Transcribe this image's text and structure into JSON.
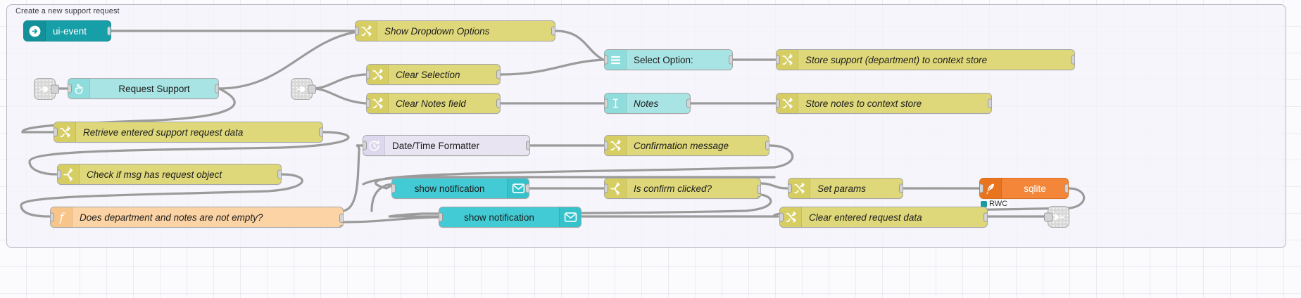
{
  "editor": {
    "app": "node-red-flow-editor",
    "canvas_background": "#fbfbfe",
    "grid_color": "#e6e6f0",
    "wire_color": "#9b9b9b"
  },
  "group": {
    "label": "Create a new support request",
    "border_color": "#b7b7c4"
  },
  "palette": {
    "yellow": "#dfd87a",
    "cyan": "#a9e4e4",
    "cyan_strong": "#42cbd4",
    "teal": "#179fa8",
    "orange": "#f4863a",
    "peach": "#fbd3a4",
    "lavender": "#e8e4f2",
    "link_gray": "#d9d9d9"
  },
  "nodes": [
    {
      "id": "ui-event",
      "label": "ui-event",
      "icon": "arrow-right-circle-icon",
      "type": "ui-event",
      "color": "teal",
      "italic": false,
      "align": "left"
    },
    {
      "id": "show-dropdown",
      "label": "Show Dropdown Options",
      "icon": "change-icon",
      "type": "change",
      "color": "yellow",
      "italic": true,
      "align": "left"
    },
    {
      "id": "request-support",
      "label": "Request Support",
      "icon": "button-pointer-icon",
      "type": "ui-button",
      "color": "cyan",
      "italic": false,
      "align": "center"
    },
    {
      "id": "clear-selection",
      "label": "Clear Selection",
      "icon": "change-icon",
      "type": "change",
      "color": "yellow",
      "italic": true,
      "align": "left"
    },
    {
      "id": "clear-notes-field",
      "label": "Clear Notes field",
      "icon": "change-icon",
      "type": "change",
      "color": "yellow",
      "italic": true,
      "align": "left"
    },
    {
      "id": "select-option",
      "label": "Select Option:",
      "icon": "dropdown-list-icon",
      "type": "ui-dropdown",
      "color": "cyan",
      "italic": false,
      "align": "left"
    },
    {
      "id": "notes",
      "label": "Notes",
      "icon": "text-cursor-icon",
      "type": "ui-text-input",
      "color": "cyan",
      "italic": true,
      "align": "left"
    },
    {
      "id": "store-support",
      "label": "Store support (department) to context store",
      "icon": "change-icon",
      "type": "change",
      "color": "yellow",
      "italic": true,
      "align": "left"
    },
    {
      "id": "store-notes",
      "label": "Store notes to context store",
      "icon": "change-icon",
      "type": "change",
      "color": "yellow",
      "italic": true,
      "align": "left"
    },
    {
      "id": "retrieve-request",
      "label": "Retrieve entered support request data",
      "icon": "change-icon",
      "type": "change",
      "color": "yellow",
      "italic": true,
      "align": "left"
    },
    {
      "id": "check-msg-request",
      "label": "Check if msg has request object",
      "icon": "switch-icon",
      "type": "switch",
      "color": "yellow",
      "italic": true,
      "align": "left"
    },
    {
      "id": "dept-notes-empty",
      "label": "Does department and notes are not empty?",
      "icon": "function-icon",
      "type": "function",
      "color": "peach",
      "italic": true,
      "align": "left"
    },
    {
      "id": "datetime-formatter",
      "label": "Date/Time Formatter",
      "icon": "clock-icon",
      "type": "moment",
      "color": "lavender",
      "italic": false,
      "align": "left"
    },
    {
      "id": "confirmation-message",
      "label": "Confirmation message",
      "icon": "change-icon",
      "type": "change",
      "color": "yellow",
      "italic": true,
      "align": "left"
    },
    {
      "id": "show-notification-1",
      "label": "show notification",
      "icon": "envelope-icon",
      "type": "ui-notification",
      "color": "cyan_strong",
      "italic": false,
      "align": "right"
    },
    {
      "id": "show-notification-2",
      "label": "show notification",
      "icon": "envelope-icon",
      "type": "ui-notification",
      "color": "cyan_strong",
      "italic": false,
      "align": "right"
    },
    {
      "id": "is-confirm-clicked",
      "label": "Is confirm clicked?",
      "icon": "switch-icon",
      "type": "switch",
      "color": "yellow",
      "italic": true,
      "align": "left"
    },
    {
      "id": "set-params",
      "label": "Set params",
      "icon": "change-icon",
      "type": "change",
      "color": "yellow",
      "italic": true,
      "align": "left"
    },
    {
      "id": "sqlite",
      "label": "sqlite",
      "icon": "feather-icon",
      "type": "sqlite",
      "color": "orange",
      "italic": false,
      "align": "center"
    },
    {
      "id": "clear-entered-data",
      "label": "Clear entered request data",
      "icon": "change-icon",
      "type": "change",
      "color": "yellow",
      "italic": true,
      "align": "left"
    }
  ],
  "link_nodes": [
    {
      "id": "link-in-1",
      "icon": "link-in-icon",
      "type": "link in"
    },
    {
      "id": "link-in-2",
      "icon": "link-in-icon",
      "type": "link in"
    },
    {
      "id": "link-out-1",
      "icon": "link-out-icon",
      "type": "link out"
    }
  ],
  "status": {
    "sqlite_status": "RWC",
    "status_color": "#169ba5"
  }
}
